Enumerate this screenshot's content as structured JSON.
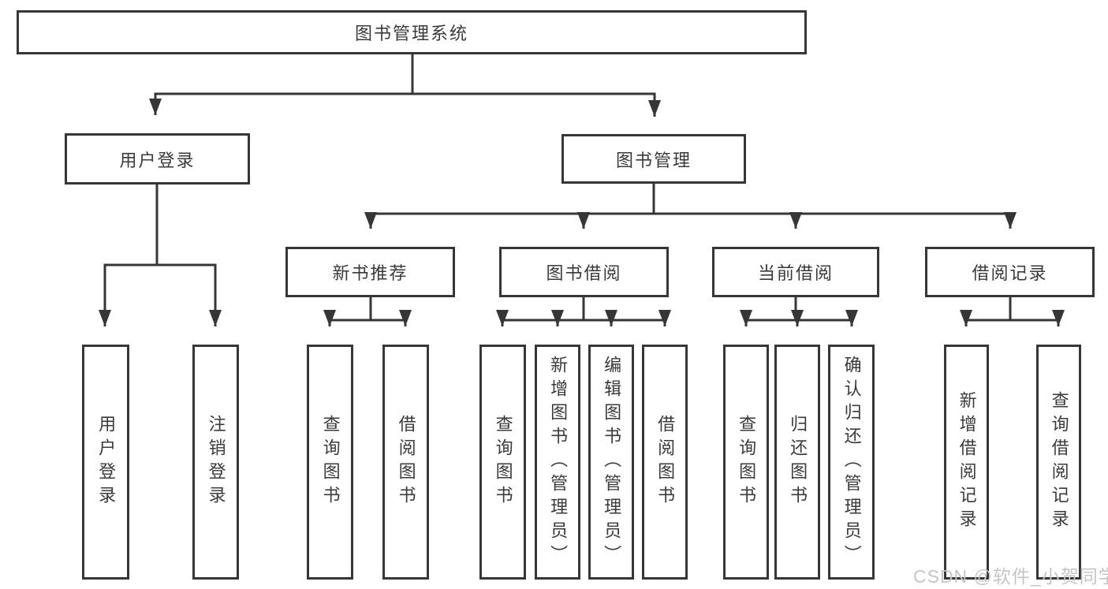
{
  "diagram": {
    "root": {
      "label": "图书管理系统"
    },
    "level2": {
      "user_login": {
        "label": "用户登录"
      },
      "book_mgmt": {
        "label": "图书管理"
      }
    },
    "level3": {
      "new_book": {
        "label": "新书推荐"
      },
      "borrowing": {
        "label": "图书借阅"
      },
      "current": {
        "label": "当前借阅"
      },
      "records": {
        "label": "借阅记录"
      }
    },
    "leaves": {
      "login": {
        "label": "用户登录"
      },
      "logout": {
        "label": "注销登录"
      },
      "nb_query": {
        "label": "查询图书"
      },
      "nb_borrow": {
        "label": "借阅图书"
      },
      "bb_query": {
        "label": "查询图书"
      },
      "bb_add": {
        "label": "新增图书（管理员）"
      },
      "bb_edit": {
        "label": "编辑图书（管理员）"
      },
      "bb_borrow": {
        "label": "借阅图书"
      },
      "cb_query": {
        "label": "查询图书"
      },
      "cb_return": {
        "label": "归还图书"
      },
      "cb_confirm": {
        "label": "确认归还（管理员）"
      },
      "br_add": {
        "label": "新增借阅记录"
      },
      "br_query": {
        "label": "查询借阅记录"
      }
    },
    "watermark": "CSDN @软件_小贺同学",
    "colors": {
      "line": "#363636",
      "box_background": "#ffffff",
      "text": "#3a3a3a",
      "watermark": "#c5c5c5"
    }
  }
}
